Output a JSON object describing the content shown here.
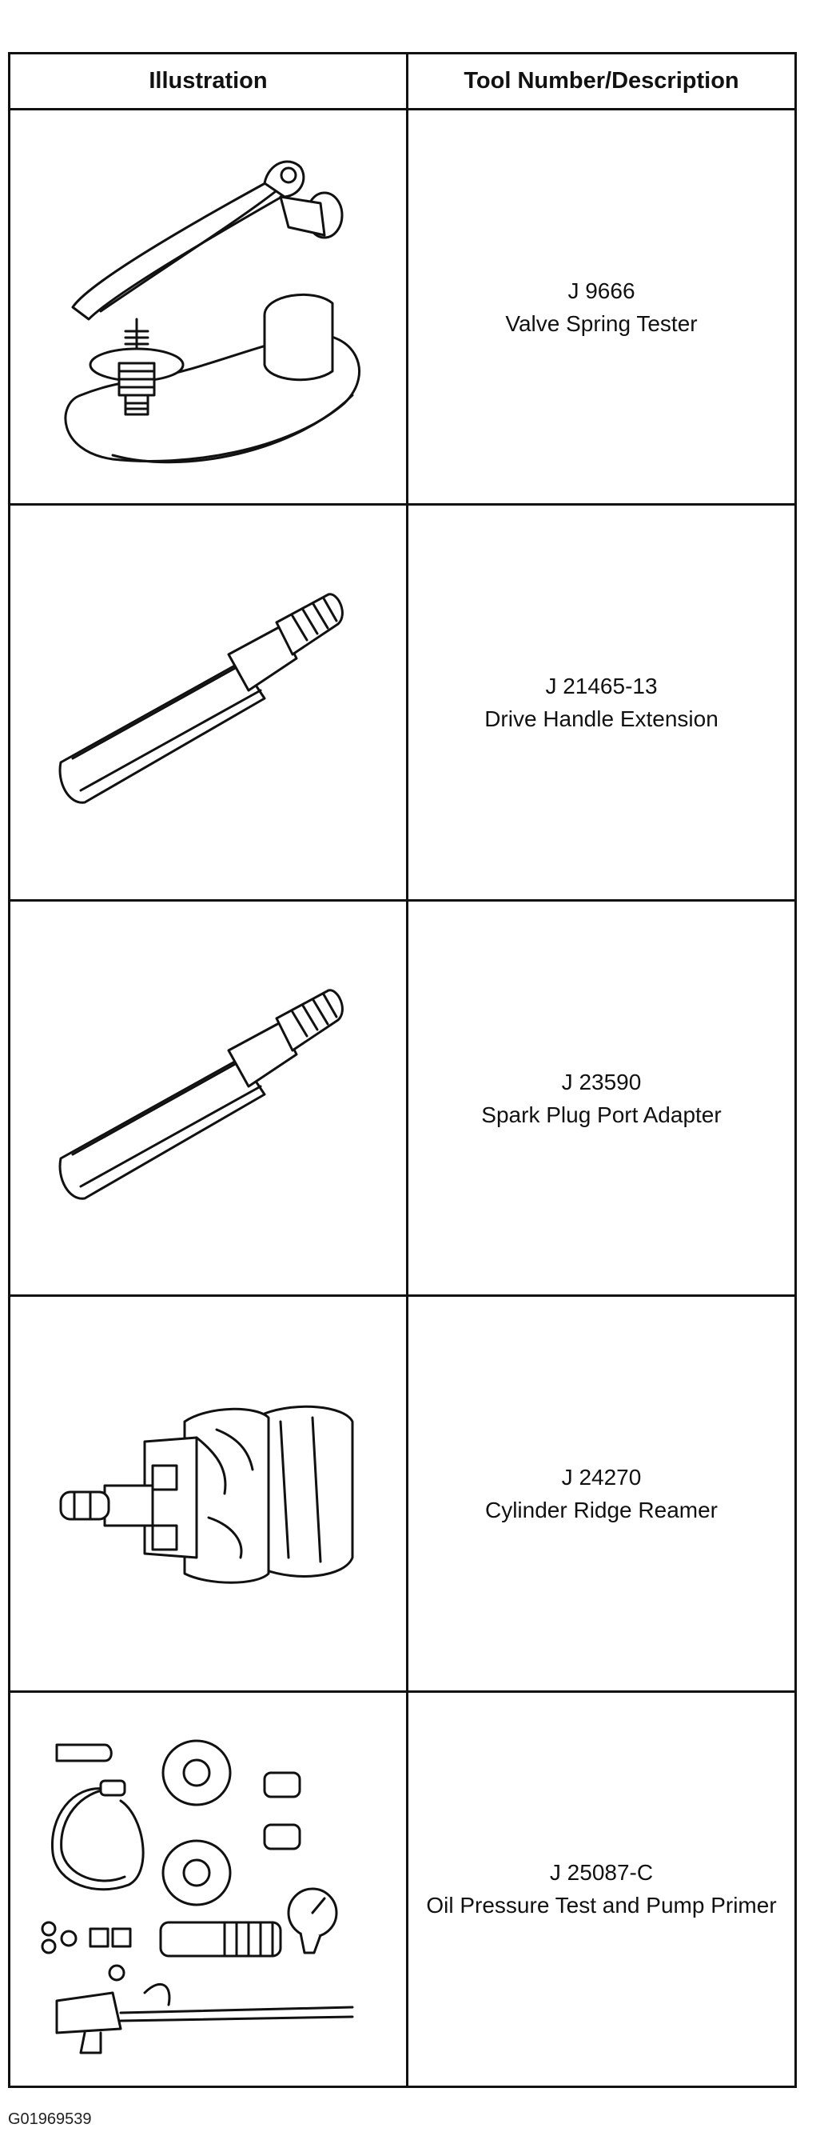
{
  "table": {
    "headers": {
      "illustration": "Illustration",
      "tool": "Tool Number/Description"
    },
    "rows": [
      {
        "tool_number": "J 9666",
        "description": "Valve Spring Tester",
        "icon": "valve-spring-tester-icon"
      },
      {
        "tool_number": "J 21465-13",
        "description": "Drive Handle Extension",
        "icon": "drive-handle-extension-icon"
      },
      {
        "tool_number": "J 23590",
        "description": "Spark Plug Port Adapter",
        "icon": "spark-plug-port-adapter-icon"
      },
      {
        "tool_number": "J 24270",
        "description": "Cylinder Ridge Reamer",
        "icon": "cylinder-ridge-reamer-icon"
      },
      {
        "tool_number": "J 25087-C",
        "description": "Oil Pressure Test and Pump Primer",
        "icon": "oil-pressure-test-kit-icon"
      }
    ]
  },
  "figure_id": "G01969539"
}
